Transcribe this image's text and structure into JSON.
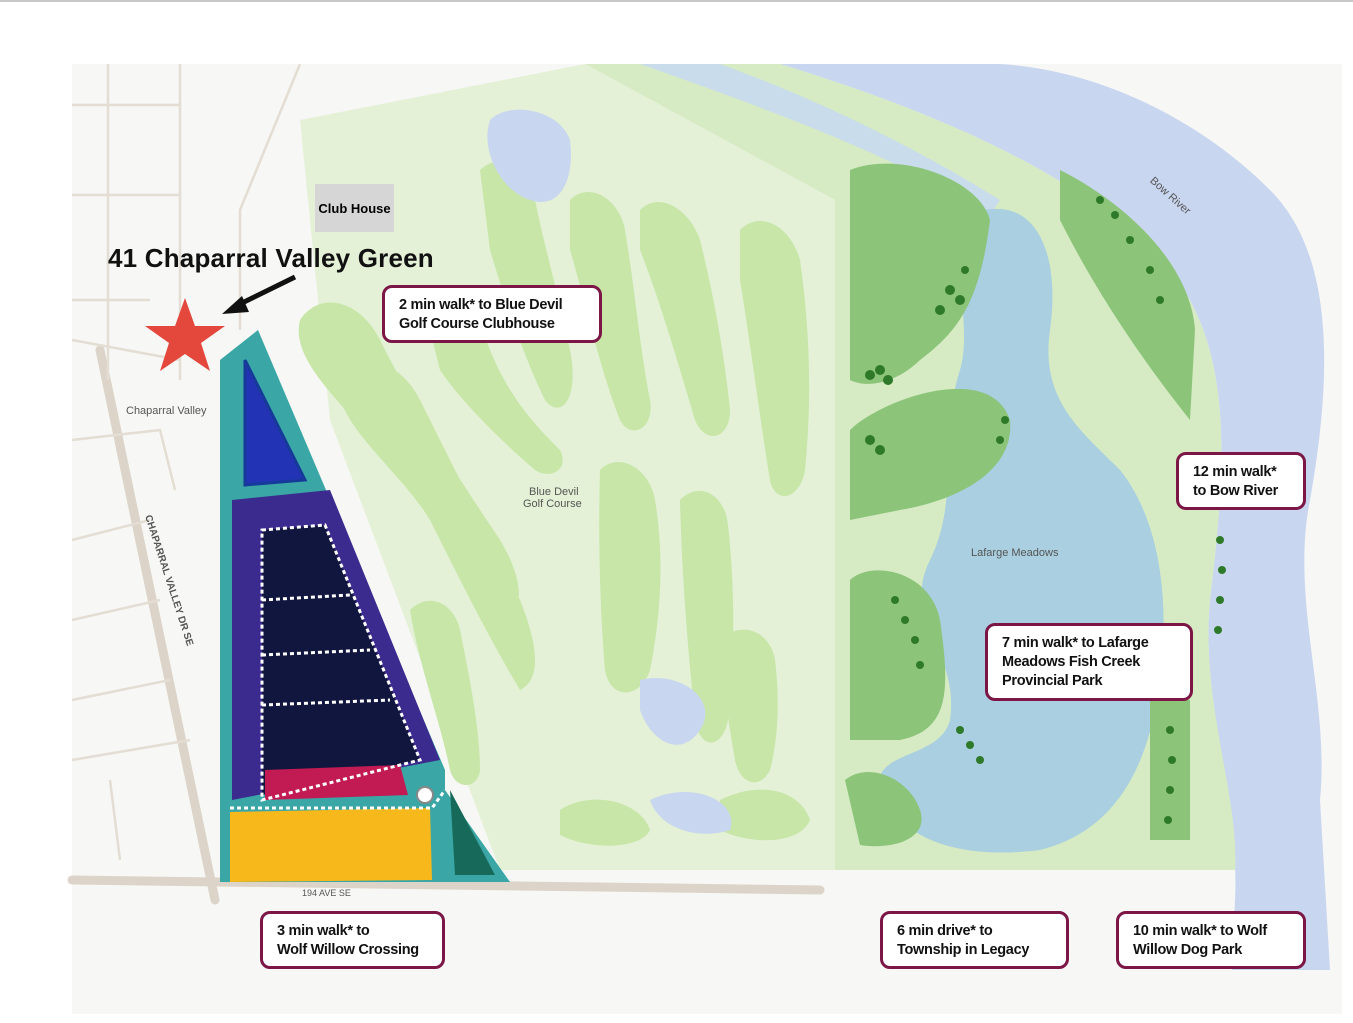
{
  "map": {
    "address_title": "41 Chaparral Valley Green",
    "club_house": "Club House",
    "labels": {
      "chaparral_valley": "Chaparral Valley",
      "chaparral_valley_dr": "CHAPARRAL VALLEY DR SE",
      "blue_devil_1": "Blue Devil",
      "blue_devil_2": "Golf Course",
      "lafarge_meadows": "Lafarge Meadows",
      "bow_river": "Bow River",
      "ave_194": "194 AVE SE"
    },
    "callouts": {
      "clubhouse": {
        "line1": "2 min walk* to Blue Devil",
        "line2": "Golf Course Clubhouse"
      },
      "bow_river": {
        "line1": "12 min walk*",
        "line2": "to Bow River"
      },
      "lafarge": {
        "line1": "7 min walk* to Lafarge",
        "line2": "Meadows Fish Creek",
        "line3": "Provincial Park"
      },
      "wolf_willow_crossing": {
        "line1": "3 min walk* to",
        "line2": "Wolf Willow Crossing"
      },
      "township": {
        "line1": "6 min drive* to",
        "line2": "Township in Legacy"
      },
      "dog_park": {
        "line1": "10 min walk* to Wolf",
        "line2": "Willow Dog Park"
      }
    },
    "colors": {
      "river": "#c9d6ef",
      "fairway": "#c7e6a8",
      "golf_bg": "#e6f2d9",
      "park_green": "#8cc47a",
      "lake": "#a9cfe0",
      "teal": "#3aa7a6",
      "navy": "#11163f",
      "purple": "#3b2b8f",
      "blue": "#2233b5",
      "magenta": "#c21a52",
      "yellow": "#f6b81a",
      "marker": "#e4473c",
      "callout_border": "#7b1646"
    },
    "icons": [
      "star-marker-icon",
      "arrow-icon"
    ]
  }
}
